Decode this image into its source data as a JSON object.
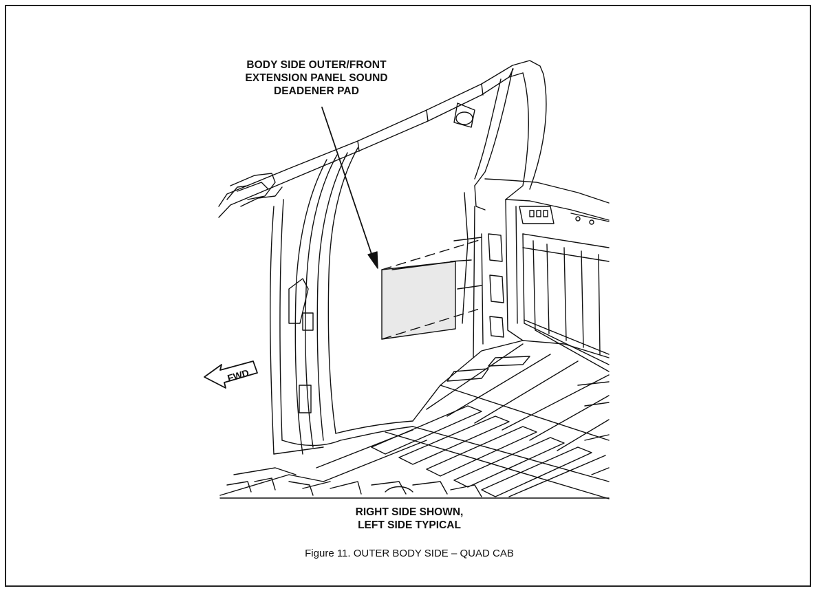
{
  "callout": {
    "line1": "BODY SIDE OUTER/FRONT",
    "line2": "EXTENSION PANEL SOUND",
    "line3": "DEADENER PAD"
  },
  "direction_marker": {
    "label": "FWD",
    "icon": "arrow-left-icon"
  },
  "note": {
    "line1": "RIGHT SIDE SHOWN,",
    "line2": "LEFT SIDE TYPICAL"
  },
  "caption": "Figure 11.  OUTER BODY SIDE – QUAD CAB",
  "colors": {
    "line": "#111111",
    "background": "#ffffff",
    "pad_fill": "#e9e9e9"
  }
}
